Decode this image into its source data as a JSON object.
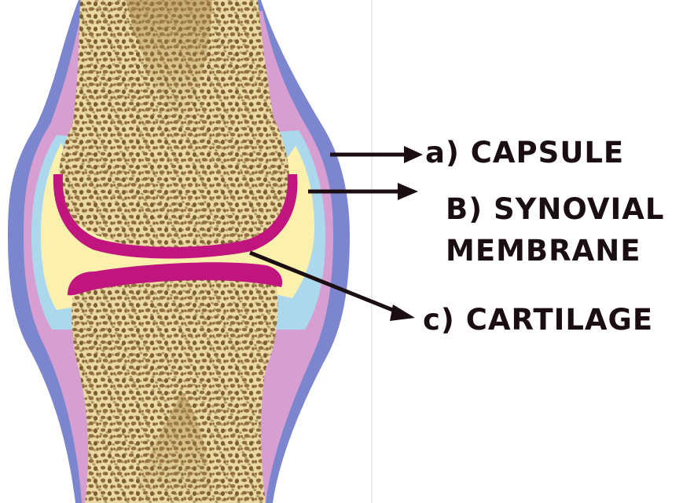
{
  "labels": {
    "capsule": "a) CAPSULE",
    "synovial_line1": "B) SYNOVIAL",
    "synovial_line2": "MEMBRANE",
    "cartilage": "c) CARTILAGE"
  },
  "colors": {
    "capsule": "#7b86cf",
    "synovial_membrane": "#d79ed2",
    "synovial_fluid_edge": "#acd8ee",
    "synovial_fluid": "#fbf1ad",
    "cartilage": "#c0157f",
    "bone": "#e8d9a3",
    "bone_pores": "#8a6b3d",
    "arrows": "#1a0e12"
  },
  "icons": [
    "bone-diagram",
    "arrow-right-icon"
  ]
}
